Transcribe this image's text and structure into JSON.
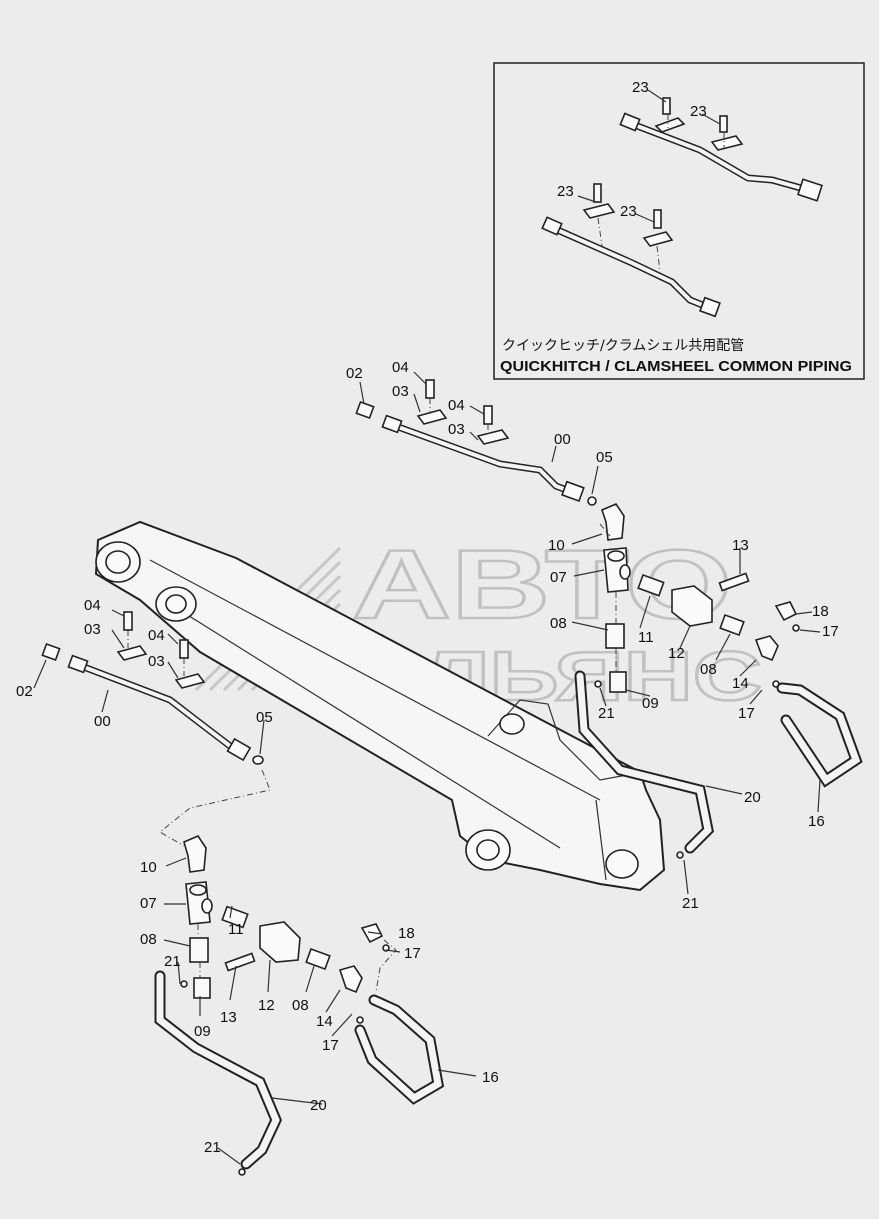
{
  "inset": {
    "caption_jp": "クイックヒッチ/クラムシェル共用配管",
    "caption_en": "QUICKHITCH / CLAMSHEEL  COMMON  PIPING"
  },
  "watermark": {
    "line1": "АВТО",
    "line2": "АЛЬЯНС"
  },
  "labels": {
    "inset_23a": "23",
    "inset_23b": "23",
    "inset_23c": "23",
    "inset_23d": "23",
    "top_02": "02",
    "top_04a": "04",
    "top_03a": "03",
    "top_04b": "04",
    "top_03b": "03",
    "top_00": "00",
    "top_05": "05",
    "top_10": "10",
    "top_07": "07",
    "top_13": "13",
    "top_08a": "08",
    "top_11": "11",
    "top_12": "12",
    "top_08b": "08",
    "top_18": "18",
    "top_17a": "17",
    "top_14": "14",
    "top_17b": "17",
    "top_21a": "21",
    "top_09": "09",
    "top_20": "20",
    "top_21b": "21",
    "top_16": "16",
    "left_04a": "04",
    "left_03a": "03",
    "left_04b": "04",
    "left_03b": "03",
    "left_02": "02",
    "left_00": "00",
    "left_05": "05",
    "bot_10": "10",
    "bot_07": "07",
    "bot_08a": "08",
    "bot_11": "11",
    "bot_18": "18",
    "bot_17a": "17",
    "bot_21a": "21",
    "bot_09": "09",
    "bot_13": "13",
    "bot_12": "12",
    "bot_08b": "08",
    "bot_14": "14",
    "bot_17b": "17",
    "bot_16": "16",
    "bot_20": "20",
    "bot_21b": "21"
  }
}
